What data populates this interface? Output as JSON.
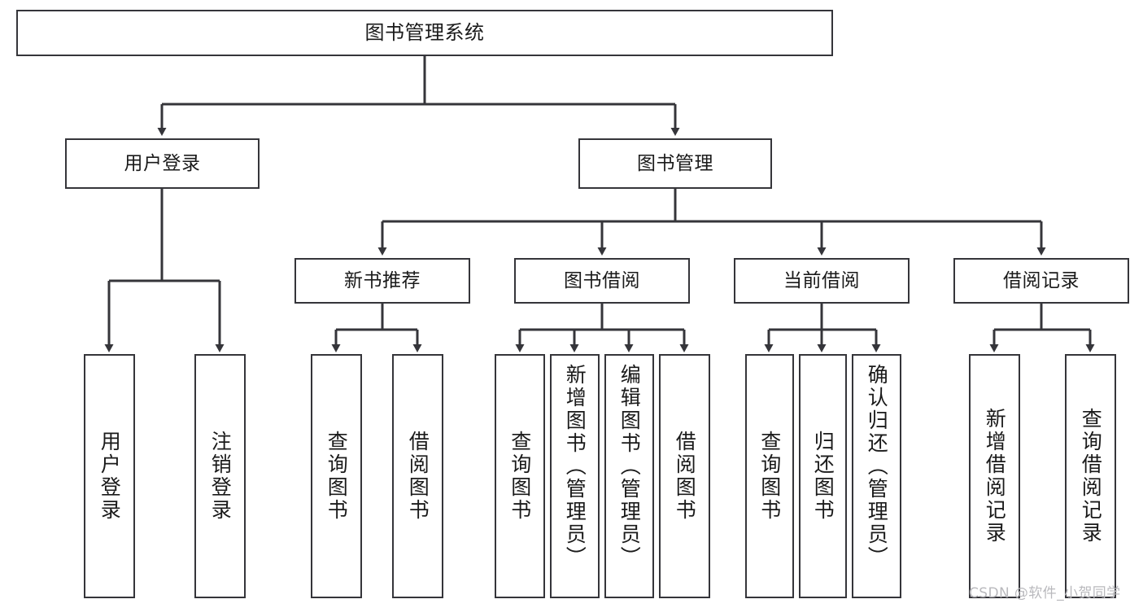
{
  "diagram": {
    "title": "图书管理系统",
    "type": "tree-hierarchy-chart",
    "root": {
      "label": "图书管理系统"
    },
    "level2": [
      {
        "label": "用户登录"
      },
      {
        "label": "图书管理"
      }
    ],
    "level3": [
      {
        "label": "新书推荐"
      },
      {
        "label": "图书借阅"
      },
      {
        "label": "当前借阅"
      },
      {
        "label": "借阅记录"
      }
    ],
    "leaves": {
      "user_login": [
        {
          "label": "用户登录"
        },
        {
          "label": "注销登录"
        }
      ],
      "new_book_recommend": [
        {
          "label": "查询图书"
        },
        {
          "label": "借阅图书"
        }
      ],
      "book_borrow": [
        {
          "label": "查询图书"
        },
        {
          "label": "新增图书（管理员）"
        },
        {
          "label": "编辑图书（管理员）"
        },
        {
          "label": "借阅图书"
        }
      ],
      "current_borrow": [
        {
          "label": "查询图书"
        },
        {
          "label": "归还图书"
        },
        {
          "label": "确认归还（管理员）"
        }
      ],
      "borrow_record": [
        {
          "label": "新增借阅记录"
        },
        {
          "label": "查询借阅记录"
        }
      ]
    },
    "colors": {
      "stroke": "#35353a",
      "background": "#ffffff",
      "text": "#1a1a1a",
      "watermark": "#b9b9bd"
    }
  },
  "watermark": {
    "text": "CSDN @软件_小贺同学"
  }
}
